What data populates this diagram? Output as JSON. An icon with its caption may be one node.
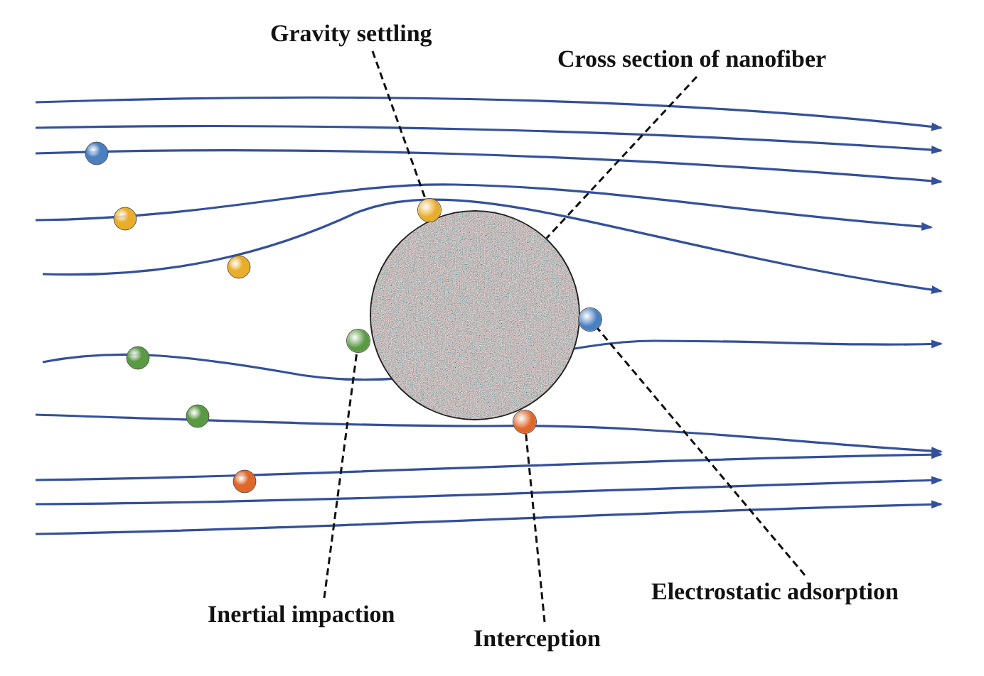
{
  "diagram": {
    "nodes": [
      {
        "text": [
          "Gravity settling"
        ]
      },
      {
        "text": [
          "Cross section of nanofiber"
        ]
      },
      {
        "text": [
          "Inertial impaction"
        ]
      },
      {
        "text": [
          "Interception"
        ]
      },
      {
        "text": [
          "Electrostatic adsorption"
        ]
      },
      {
        "text": [],
        "shape": "circle"
      },
      {
        "text": [],
        "shape": "circle"
      },
      {
        "text": [],
        "shape": "circle"
      },
      {
        "text": [],
        "shape": "circle"
      },
      {
        "text": [],
        "shape": "circle"
      }
    ],
    "edges": [
      {
        "from": 0,
        "to": 6,
        "arrow": "none",
        "style": "dashed"
      },
      {
        "from": 1,
        "to": 5,
        "arrow": "none",
        "style": "dashed"
      },
      {
        "from": 2,
        "to": 7,
        "arrow": "none",
        "style": "dashed"
      },
      {
        "from": 3,
        "to": 8,
        "arrow": "none",
        "style": "dashed"
      },
      {
        "from": 4,
        "to": 9,
        "arrow": "none",
        "style": "dashed"
      }
    ]
  }
}
